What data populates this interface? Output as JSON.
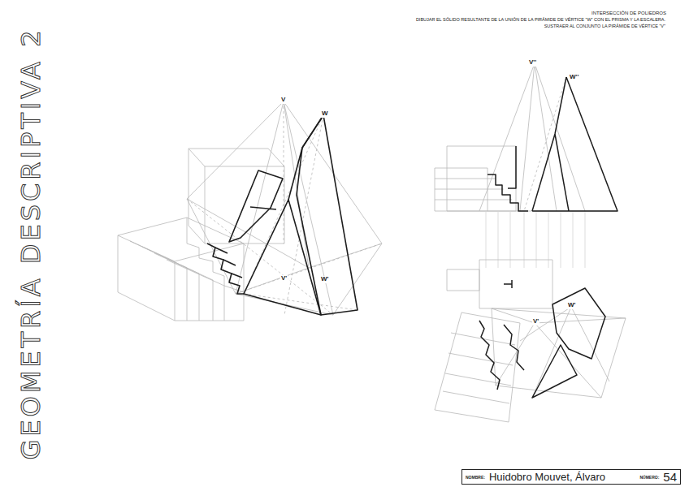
{
  "diagram": {
    "title": "INTERSECCIÓN DE POLIEDROS",
    "nodes": [
      {
        "text": [
          "NOMBRE:",
          "Huidobro Mouvet, Álvaro",
          "NÚMERO:",
          "54"
        ]
      }
    ],
    "edges": [],
    "labels": [
      "DIBUJAR EL SÓLIDO RESULTANTE DE LA UNIÓN DE LA PIRÁMIDE DE VÉRTICE \"W\" CON EL PRISMA Y LA ESCALERA.",
      "SUSTRAER AL CONJUNTO LA PIRÁMIDE DE VÉRTICE \"V\"",
      "V",
      "W",
      "V'",
      "W'",
      "V''",
      "W''",
      "V'",
      "W'",
      "GEOMETRÍA DESCRIPTIVA 2"
    ]
  }
}
